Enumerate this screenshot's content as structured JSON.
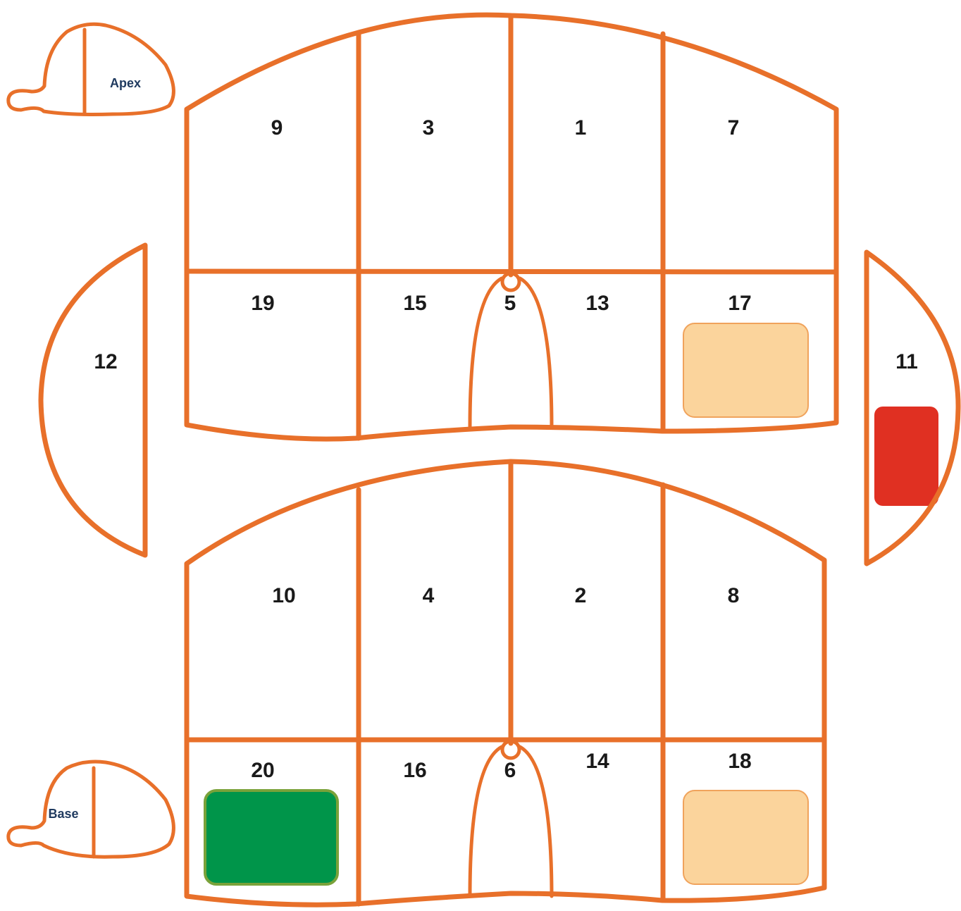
{
  "colors": {
    "outline": "#e8702a",
    "light_orange": "#fbd49c",
    "red": "#e03022",
    "green": "#00954a",
    "green_border": "#7aa23a",
    "label": "#1a1a1a",
    "view_label": "#1f3a5f"
  },
  "views": {
    "apex": "Apex",
    "base": "Base"
  },
  "segments": {
    "s1": "1",
    "s2": "2",
    "s3": "3",
    "s4": "4",
    "s5": "5",
    "s6": "6",
    "s7": "7",
    "s8": "8",
    "s9": "9",
    "s10": "10",
    "s11": "11",
    "s12": "12",
    "s13": "13",
    "s14": "14",
    "s15": "15",
    "s16": "16",
    "s17": "17",
    "s18": "18",
    "s19": "19",
    "s20": "20"
  },
  "highlights": [
    {
      "segment": "17",
      "color": "light_orange"
    },
    {
      "segment": "11",
      "color": "red"
    },
    {
      "segment": "18",
      "color": "light_orange"
    },
    {
      "segment": "20",
      "color": "green"
    }
  ]
}
